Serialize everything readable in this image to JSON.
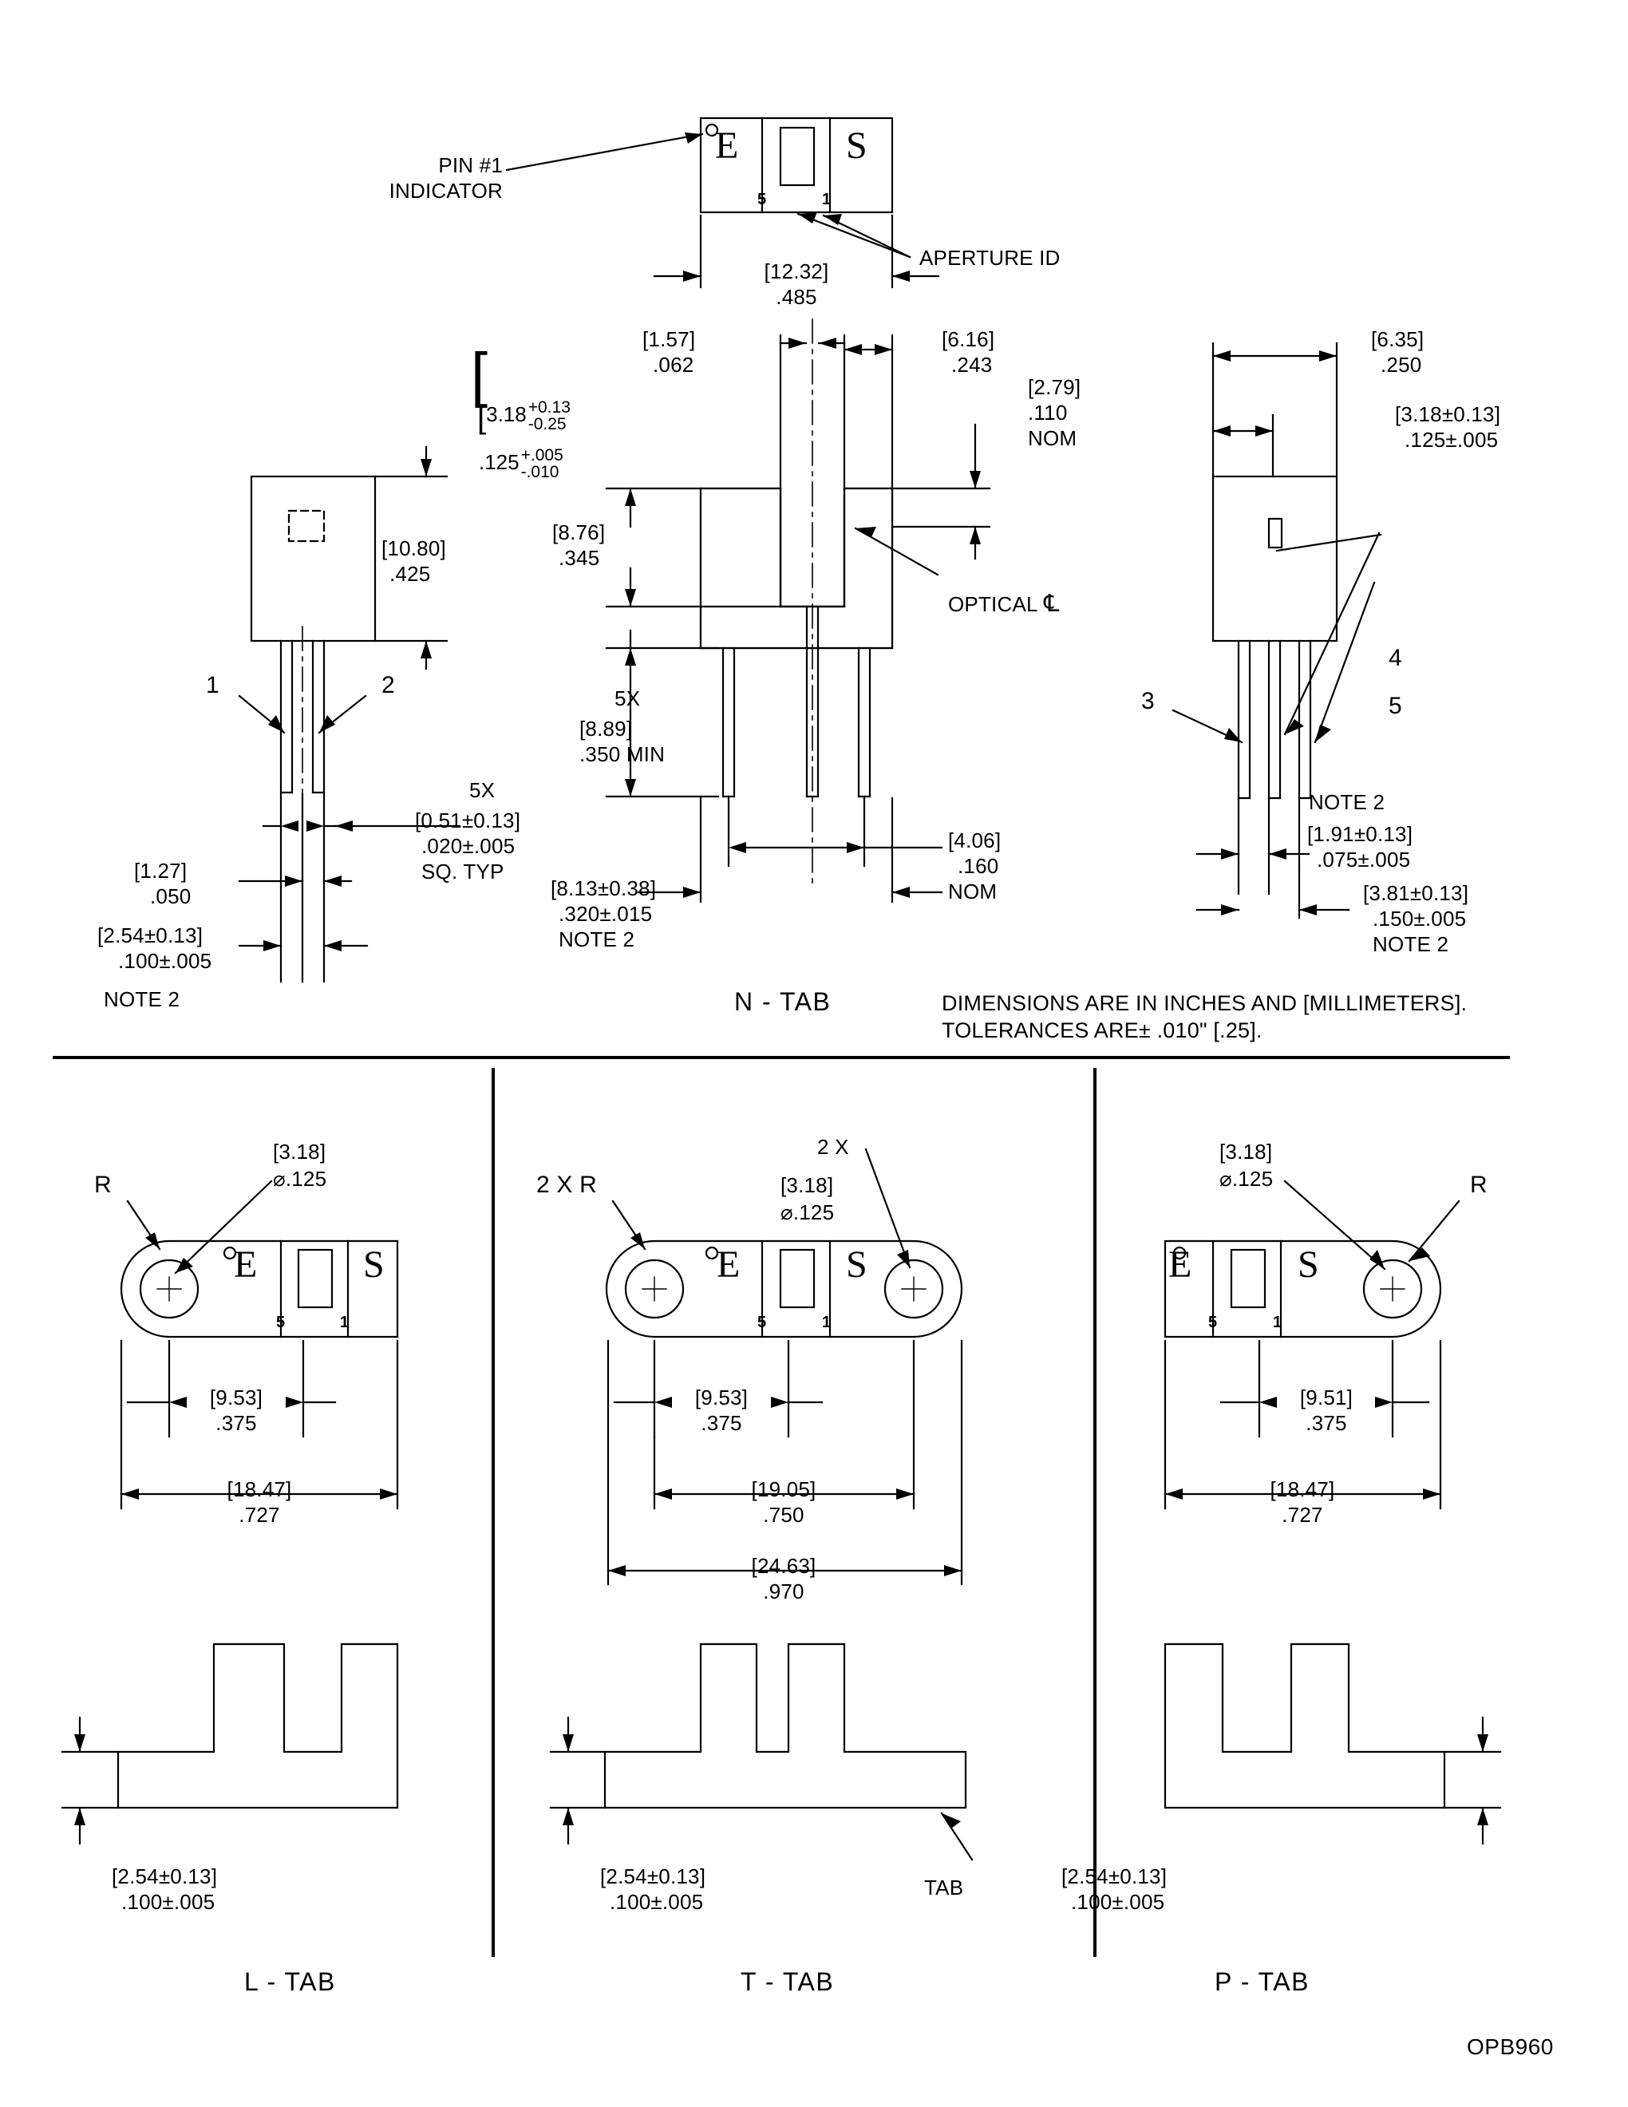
{
  "drawing": {
    "part_number": "OPB960",
    "units_note_line1": "DIMENSIONS ARE IN INCHES AND [MILLIMETERS].",
    "units_note_line2": "TOLERANCES ARE± .010\" [.25]."
  },
  "top_view": {
    "pin1_label_line1": "PIN #1",
    "pin1_label_line2": "INDICATOR",
    "aperture_label": "APERTURE ID",
    "body_letter_left": "E",
    "body_letter_right": "S",
    "pin_num_left": "5",
    "pin_num_right": "1",
    "dim_width_mm": "[12.32]",
    "dim_width_in": ".485"
  },
  "side_view_left": {
    "dim_height_mm": "[10.80]",
    "dim_height_in": ".425",
    "lead_1": "1",
    "lead_2": "2",
    "lead_size_qty": "5X",
    "lead_size_mm": "[0.51±0.13]",
    "lead_size_in": ".020±.005",
    "lead_size_note": "SQ. TYP",
    "pitch_small_mm": "[1.27]",
    "pitch_small_in": ".050",
    "pitch_mm": "[2.54±0.13]",
    "pitch_in": ".100±.005",
    "pitch_note": "NOTE 2"
  },
  "front_view": {
    "name": "N - TAB",
    "slot_width_val": "3.18",
    "slot_width_plus": "+0.13",
    "slot_width_minus": "-0.25",
    "slot_width_in": ".125",
    "slot_width_in_plus": "+.005",
    "slot_width_in_minus": "-.010",
    "web_mm": "[1.57]",
    "web_in": ".062",
    "arm_mm": "[6.16]",
    "arm_in": ".243",
    "thick_mm": "[2.79]",
    "thick_in": ".110",
    "thick_note": "NOM",
    "slot_depth_mm": "[8.76]",
    "slot_depth_in": ".345",
    "optical_cl": "OPTICAL",
    "optical_cl_symbol": "℄",
    "lead_len_qty": "5X",
    "lead_len_mm": "[8.89]",
    "lead_len_in": ".350 MIN",
    "width_mm": "[8.13±0.38]",
    "width_in": ".320±.015",
    "width_note": "NOTE 2",
    "inner_mm": "[4.06]",
    "inner_in": ".160",
    "inner_note": "NOM"
  },
  "side_view_right": {
    "top_mm": "[6.35]",
    "top_in": ".250",
    "second_mm": "[3.18±0.13]",
    "second_in": ".125±.005",
    "lead_3": "3",
    "lead_4": "4",
    "lead_5": "5",
    "note_top": "NOTE 2",
    "dim1_mm": "[1.91±0.13]",
    "dim1_in": ".075±.005",
    "dim2_mm": "[3.81±0.13]",
    "dim2_in": ".150±.005",
    "dim2_note": "NOTE 2"
  },
  "tabs": [
    {
      "name": "L - TAB",
      "radius_label": "R",
      "hole_mm": "[3.18]",
      "hole_in": "⌀.125",
      "dim_inner_mm": "[9.53]",
      "dim_inner_in": ".375",
      "dim_outer_mm": "[18.47]",
      "dim_outer_in": ".727",
      "thickness_mm": "[2.54±0.13]",
      "thickness_in": ".100±.005",
      "body_letter_left": "E",
      "body_letter_right": "S",
      "pin_num_left": "5",
      "pin_num_right": "1"
    },
    {
      "name": "T - TAB",
      "radius_label": "2 X R",
      "hole_qty": "2 X",
      "hole_mm": "[3.18]",
      "hole_in": "⌀.125",
      "dim_inner_mm": "[9.53]",
      "dim_inner_in": ".375",
      "dim_mid_mm": "[19.05]",
      "dim_mid_in": ".750",
      "dim_outer_mm": "[24.63]",
      "dim_outer_in": ".970",
      "thickness_mm": "[2.54±0.13]",
      "thickness_in": ".100±.005",
      "tab_callout": "TAB",
      "body_letter_left": "E",
      "body_letter_right": "S",
      "pin_num_left": "5",
      "pin_num_right": "1"
    },
    {
      "name": "P - TAB",
      "radius_label": "R",
      "hole_mm": "[3.18]",
      "hole_in": "⌀.125",
      "dim_inner_mm": "[9.51]",
      "dim_inner_in": ".375",
      "dim_outer_mm": "[18.47]",
      "dim_outer_in": ".727",
      "thickness_mm": "[2.54±0.13]",
      "thickness_in": ".100±.005",
      "body_letter_left": "E",
      "body_letter_right": "S",
      "pin_num_left": "5",
      "pin_num_right": "1"
    }
  ]
}
